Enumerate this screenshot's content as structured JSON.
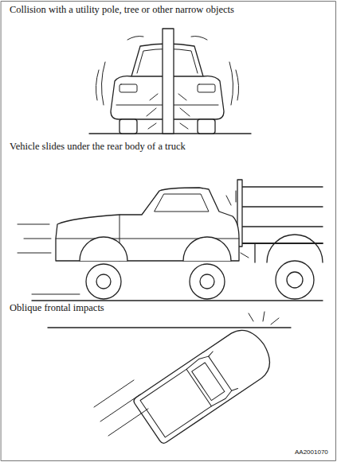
{
  "diagram": {
    "labels": [
      "Collision with a utility pole, tree or other narrow objects",
      "Vehicle slides under the rear body of a truck",
      "Oblique frontal impacts",
      "AA2001070"
    ]
  }
}
